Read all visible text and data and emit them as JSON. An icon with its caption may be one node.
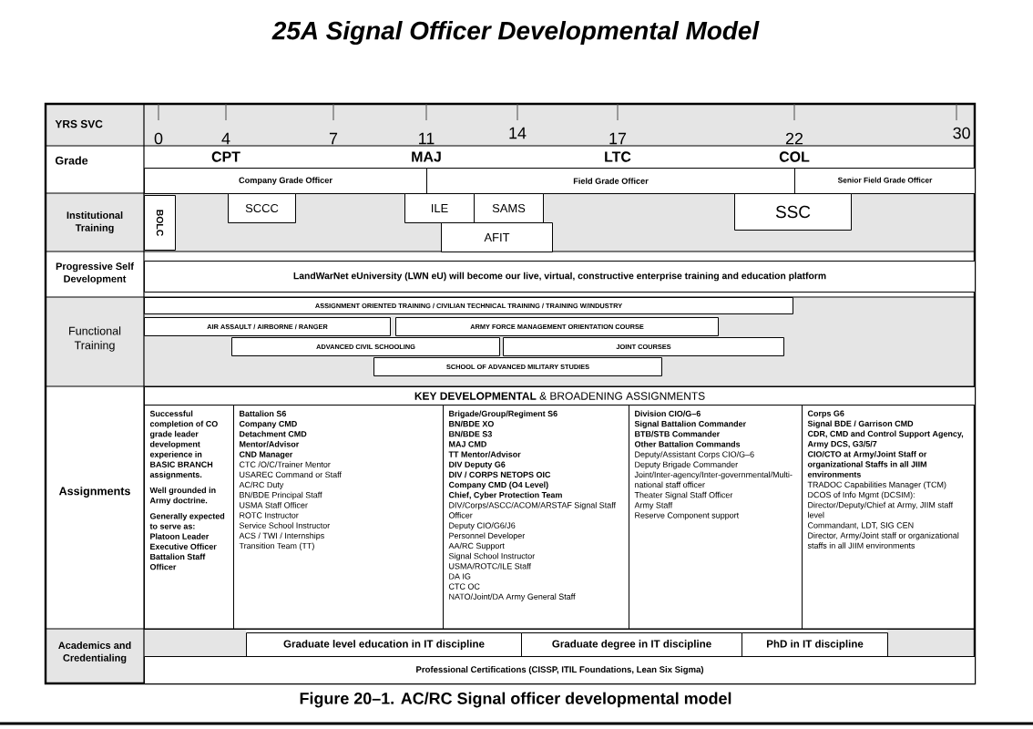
{
  "diagram": {
    "title": "25A Signal Officer Developmental Model",
    "caption": "Figure 20–1. AC/RC Signal officer developmental model",
    "nodes": [
      {
        "text": [
          "Company Grade Officer"
        ]
      },
      {
        "text": [
          "Field Grade Officer"
        ]
      },
      {
        "text": [
          "Senior Field Grade Officer"
        ]
      },
      {
        "text": [
          "BOLC"
        ]
      },
      {
        "text": [
          "SCCC"
        ]
      },
      {
        "text": [
          "ILE"
        ]
      },
      {
        "text": [
          "SAMS"
        ]
      },
      {
        "text": [
          "AFIT"
        ]
      },
      {
        "text": [
          "SSC"
        ]
      },
      {
        "text": [
          "LandWarNet eUniversity (LWN eU) will become our live, virtual, constructive enterprise training and education platform"
        ]
      },
      {
        "text": [
          "ASSIGNMENT ORIENTED TRAINING / CIVILIAN TECHNICAL TRAINING / TRAINING W/INDUSTRY"
        ]
      },
      {
        "text": [
          "AIR ASSAULT / AIRBORNE / RANGER"
        ]
      },
      {
        "text": [
          "ARMY FORCE MANAGEMENT ORIENTATION COURSE"
        ]
      },
      {
        "text": [
          "ADVANCED CIVIL SCHOOLING"
        ]
      },
      {
        "text": [
          "JOINT COURSES"
        ]
      },
      {
        "text": [
          "SCHOOL OF ADVANCED MILITARY STUDIES"
        ]
      },
      {
        "text": [
          "**KEY DEVELOPMENTAL** & BROADENING ASSIGNMENTS"
        ]
      },
      {
        "text": [
          "Successful completion of CO grade leader development experience in BASIC BRANCH assignments.",
          "Well grounded in Army doctrine.",
          "Generally expected to serve as:",
          "Platoon Leader",
          "Executive Officer",
          "Battalion Staff Officer"
        ]
      },
      {
        "text": [
          "Battalion S6",
          "Company CMD",
          "Detachment CMD",
          "Mentor/Advisor",
          "CND Manager",
          "CTC /O/C/Trainer Mentor",
          "USAREC Command or Staff",
          "AC/RC Duty",
          "BN/BDE Principal Staff",
          "USMA Staff Officer",
          "ROTC Instructor",
          "Service School Instructor",
          "ACS / TWI / Internships",
          "Transition Team (TT)"
        ]
      },
      {
        "text": [
          "Brigade/Group/Regiment S6",
          "BN/BDE XO",
          "BN/BDE S3",
          "MAJ CMD",
          "TT Mentor/Advisor",
          "DIV Deputy G6",
          "DIV / CORPS NETOPS OIC",
          "Company CMD (O4 Level)",
          "Chief, Cyber Protection Team",
          "DIV/Corps/ASCC/ACOM/ARSTAF Signal Staff Officer",
          "Deputy CIO/G6/J6",
          "Personnel Developer",
          "AA/RC Support",
          "Signal School Instructor",
          "USMA/ROTC/ILE Staff",
          "DA IG",
          "CTC OC",
          "NATO/Joint/DA Army General Staff"
        ]
      },
      {
        "text": [
          "Division CIO/G–6",
          "Signal Battalion Commander",
          "BTB/STB Commander",
          "Other Battalion Commands",
          "Deputy/Assistant Corps CIO/G–6",
          "Deputy Brigade Commander",
          "Joint/Inter-agency/Inter-governmental/Multi-national staff officer",
          "Theater Signal Staff Officer",
          "Army Staff",
          "Reserve Component support"
        ]
      },
      {
        "text": [
          "Corps G6",
          "Signal BDE / Garrison CMD",
          "CDR, CMD and Control Support Agency,",
          "Army DCS, G3/5/7",
          "CIO/CTO at Army/Joint Staff or organizational Staffs in all JIIM environments",
          "TRADOC Capabilities Manager (TCM)",
          "DCOS of Info Mgmt (DCSIM):",
          "Director/Deputy/Chief at Army, JIIM staff level",
          "Commandant, LDT, SIG CEN",
          "Director, Army/Joint staff or organizational staffs in all JIIM environments"
        ]
      },
      {
        "text": [
          "Graduate level education in IT discipline"
        ]
      },
      {
        "text": [
          "Graduate degree in IT discipline"
        ]
      },
      {
        "text": [
          "PhD in IT discipline"
        ]
      },
      {
        "text": [
          "Professional Certifications (CISSP, ITIL Foundations, Lean Six Sigma)"
        ]
      }
    ],
    "labels": [
      "YRS SVC",
      "0",
      "4",
      "7",
      "11",
      "14",
      "17",
      "22",
      "30",
      "Grade",
      "CPT",
      "MAJ",
      "LTC",
      "COL",
      "Institutional Training",
      "Progressive Self Development",
      "Functional Training",
      "Assignments",
      "Academics and Credentialing"
    ]
  }
}
